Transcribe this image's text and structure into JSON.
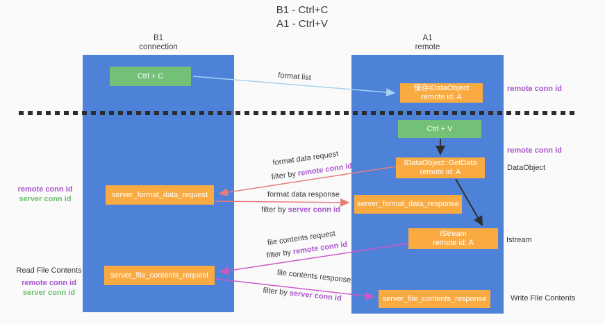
{
  "title": {
    "line1": "B1 - Ctrl+C",
    "line2": "A1 - Ctrl+V"
  },
  "lanes": {
    "left": {
      "title": "B1",
      "subtitle": "connection"
    },
    "right": {
      "title": "A1",
      "subtitle": "remote"
    }
  },
  "nodes": {
    "ctrl_c": {
      "label": "Ctrl + C"
    },
    "ctrl_v": {
      "label": "Ctrl + V"
    },
    "save_dataobject": {
      "line1": "保存IDataObject",
      "line2": "remote id: A"
    },
    "getdata": {
      "line1": "IDataObject::GetData",
      "line2": "remote id: A"
    },
    "istream": {
      "line1": "IStream",
      "line2": "remote id: A"
    },
    "format_request": {
      "label": "server_format_data_request"
    },
    "format_response": {
      "label": "server_format_data_response"
    },
    "file_request": {
      "label": "server_file_contents_request"
    },
    "file_response": {
      "label": "server_file_contents_response"
    }
  },
  "arrow_labels": {
    "format_list": "format list",
    "format_data_request": "format data request",
    "format_data_response": "format data response",
    "file_contents_request": "file contents request",
    "file_contents_response": "file contents response",
    "filter_by": "filter by"
  },
  "side_labels": {
    "remote_conn_id": "remote conn id",
    "server_conn_id": "server conn id",
    "dataobject": "DataObject",
    "istream": "Istream",
    "read_file_contents": "Read File Contents",
    "write_file_contents": "Write File Contents"
  },
  "colors": {
    "lane_blue": "#4d82d8",
    "node_green": "#74c077",
    "node_orange": "#f9ab42",
    "arrow_light_blue": "#a6d2f2",
    "arrow_red": "#e87c7c",
    "arrow_magenta": "#cf58c8",
    "arrow_black": "#2f2f2f",
    "text_purple": "#a855cc",
    "text_green": "#6abf6b"
  }
}
